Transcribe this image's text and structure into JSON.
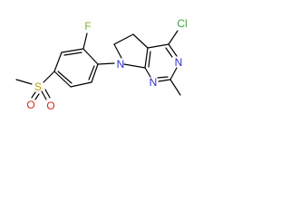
{
  "structure": {
    "atoms": {
      "fluorine": "F",
      "ring_nitrogen": "N",
      "chlorine": "Cl",
      "pyrimidine_n_upper": "N",
      "pyrimidine_n_lower": "N",
      "sulfur": "S",
      "sulfonyl_o_upper": "O",
      "sulfonyl_o_lower": "O"
    },
    "colors": {
      "bond": "#000000",
      "fluorine": "#7fae2f",
      "nitrogen": "#2f2fd0",
      "chlorine": "#3aa23a",
      "sulfur": "#b8a000",
      "oxygen": "#d42a1a"
    }
  }
}
